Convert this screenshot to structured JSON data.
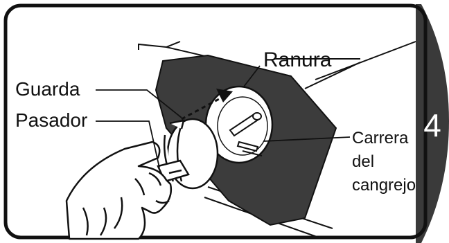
{
  "step_number": "4",
  "labels": {
    "slot": "Ranura",
    "guard": "Guarda",
    "latch": "Pasador",
    "hook_race_line1": "Carrera",
    "hook_race_line2": "del",
    "hook_race_line3": "cangrejo"
  },
  "colors": {
    "panel_dark": "#3c3c3c",
    "tab_dark": "#3a3a3a",
    "line": "#111111",
    "background": "#ffffff"
  }
}
